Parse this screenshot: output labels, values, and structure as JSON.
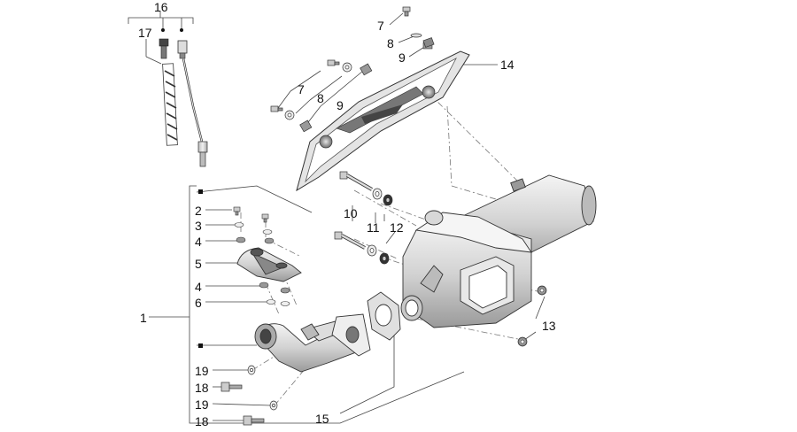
{
  "diagram": {
    "callouts": {
      "c16": "16",
      "c17": "17",
      "c7a": "7",
      "c8a": "8",
      "c9a": "9",
      "c14": "14",
      "c7b": "7",
      "c8b": "8",
      "c9b": "9",
      "c10": "10",
      "c11": "11",
      "c12": "12",
      "c13": "13",
      "c2": "2",
      "c3": "3",
      "c4a": "4",
      "c5": "5",
      "c4b": "4",
      "c6": "6",
      "c1": "1",
      "c19a": "19",
      "c18a": "18",
      "c19b": "19",
      "c18b": "18",
      "c15": "15"
    }
  }
}
